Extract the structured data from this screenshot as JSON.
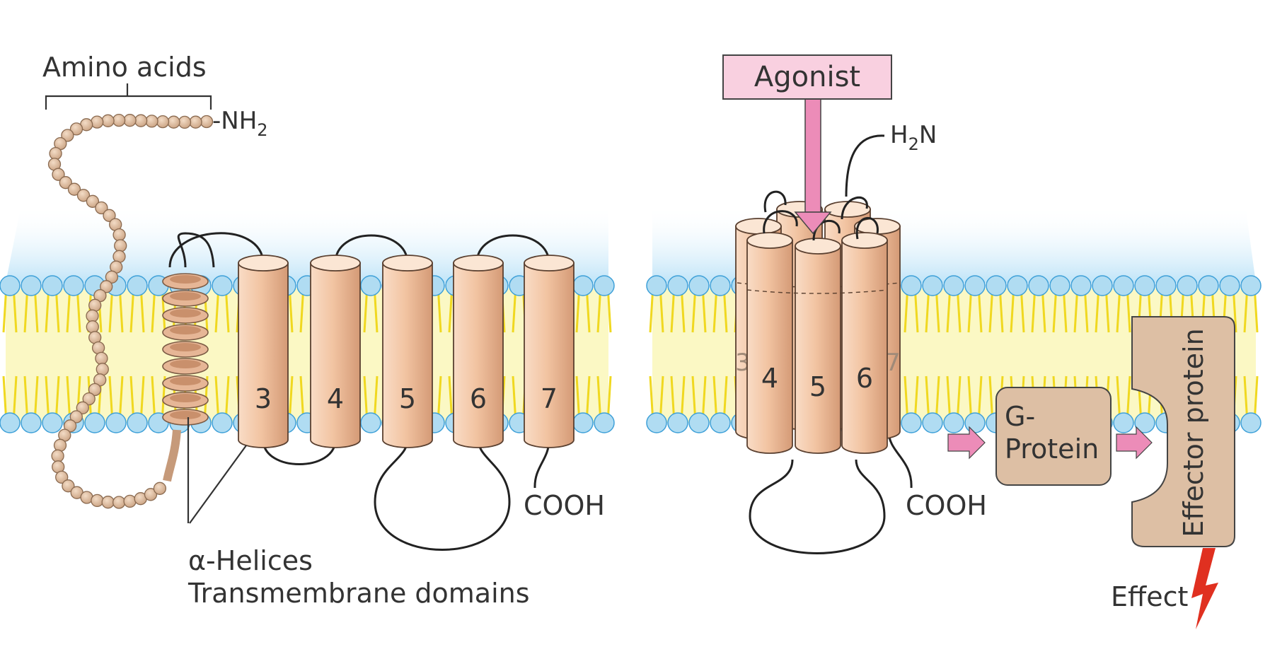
{
  "labels": {
    "amino_acids": "Amino acids",
    "nh2": "-NH",
    "nh2_sub": "2",
    "alpha_helices": "α-Helices",
    "transmembrane_domains": "Transmembrane domains",
    "cooh_left": "COOH",
    "agonist": "Agonist",
    "h2n_h": "H",
    "h2n_sub": "2",
    "h2n_n": "N",
    "cooh_right": "COOH",
    "g_protein_line1": "G-",
    "g_protein_line2": "Protein",
    "effector_protein": "Effector protein",
    "effect": "Effect"
  },
  "left_domains": [
    "3",
    "4",
    "5",
    "6",
    "7"
  ],
  "right_domains": {
    "front": [
      "4",
      "5",
      "6"
    ],
    "back": [
      "3",
      "7"
    ]
  },
  "colors": {
    "cylinder_light": "#f8d8c0",
    "cylinder_dark": "#d9a07c",
    "bead": "#dcb898",
    "membrane_head": "#b0dcf2",
    "membrane_tail": "#f4e23a",
    "membrane_fill": "#fbf8c4",
    "water_gradient": "#bfe4f8",
    "agonist_box": "#f9d0e0",
    "agonist_arrow": "#ec8cb8",
    "protein_box": "#ddbfa4",
    "bolt": "#e03020"
  }
}
